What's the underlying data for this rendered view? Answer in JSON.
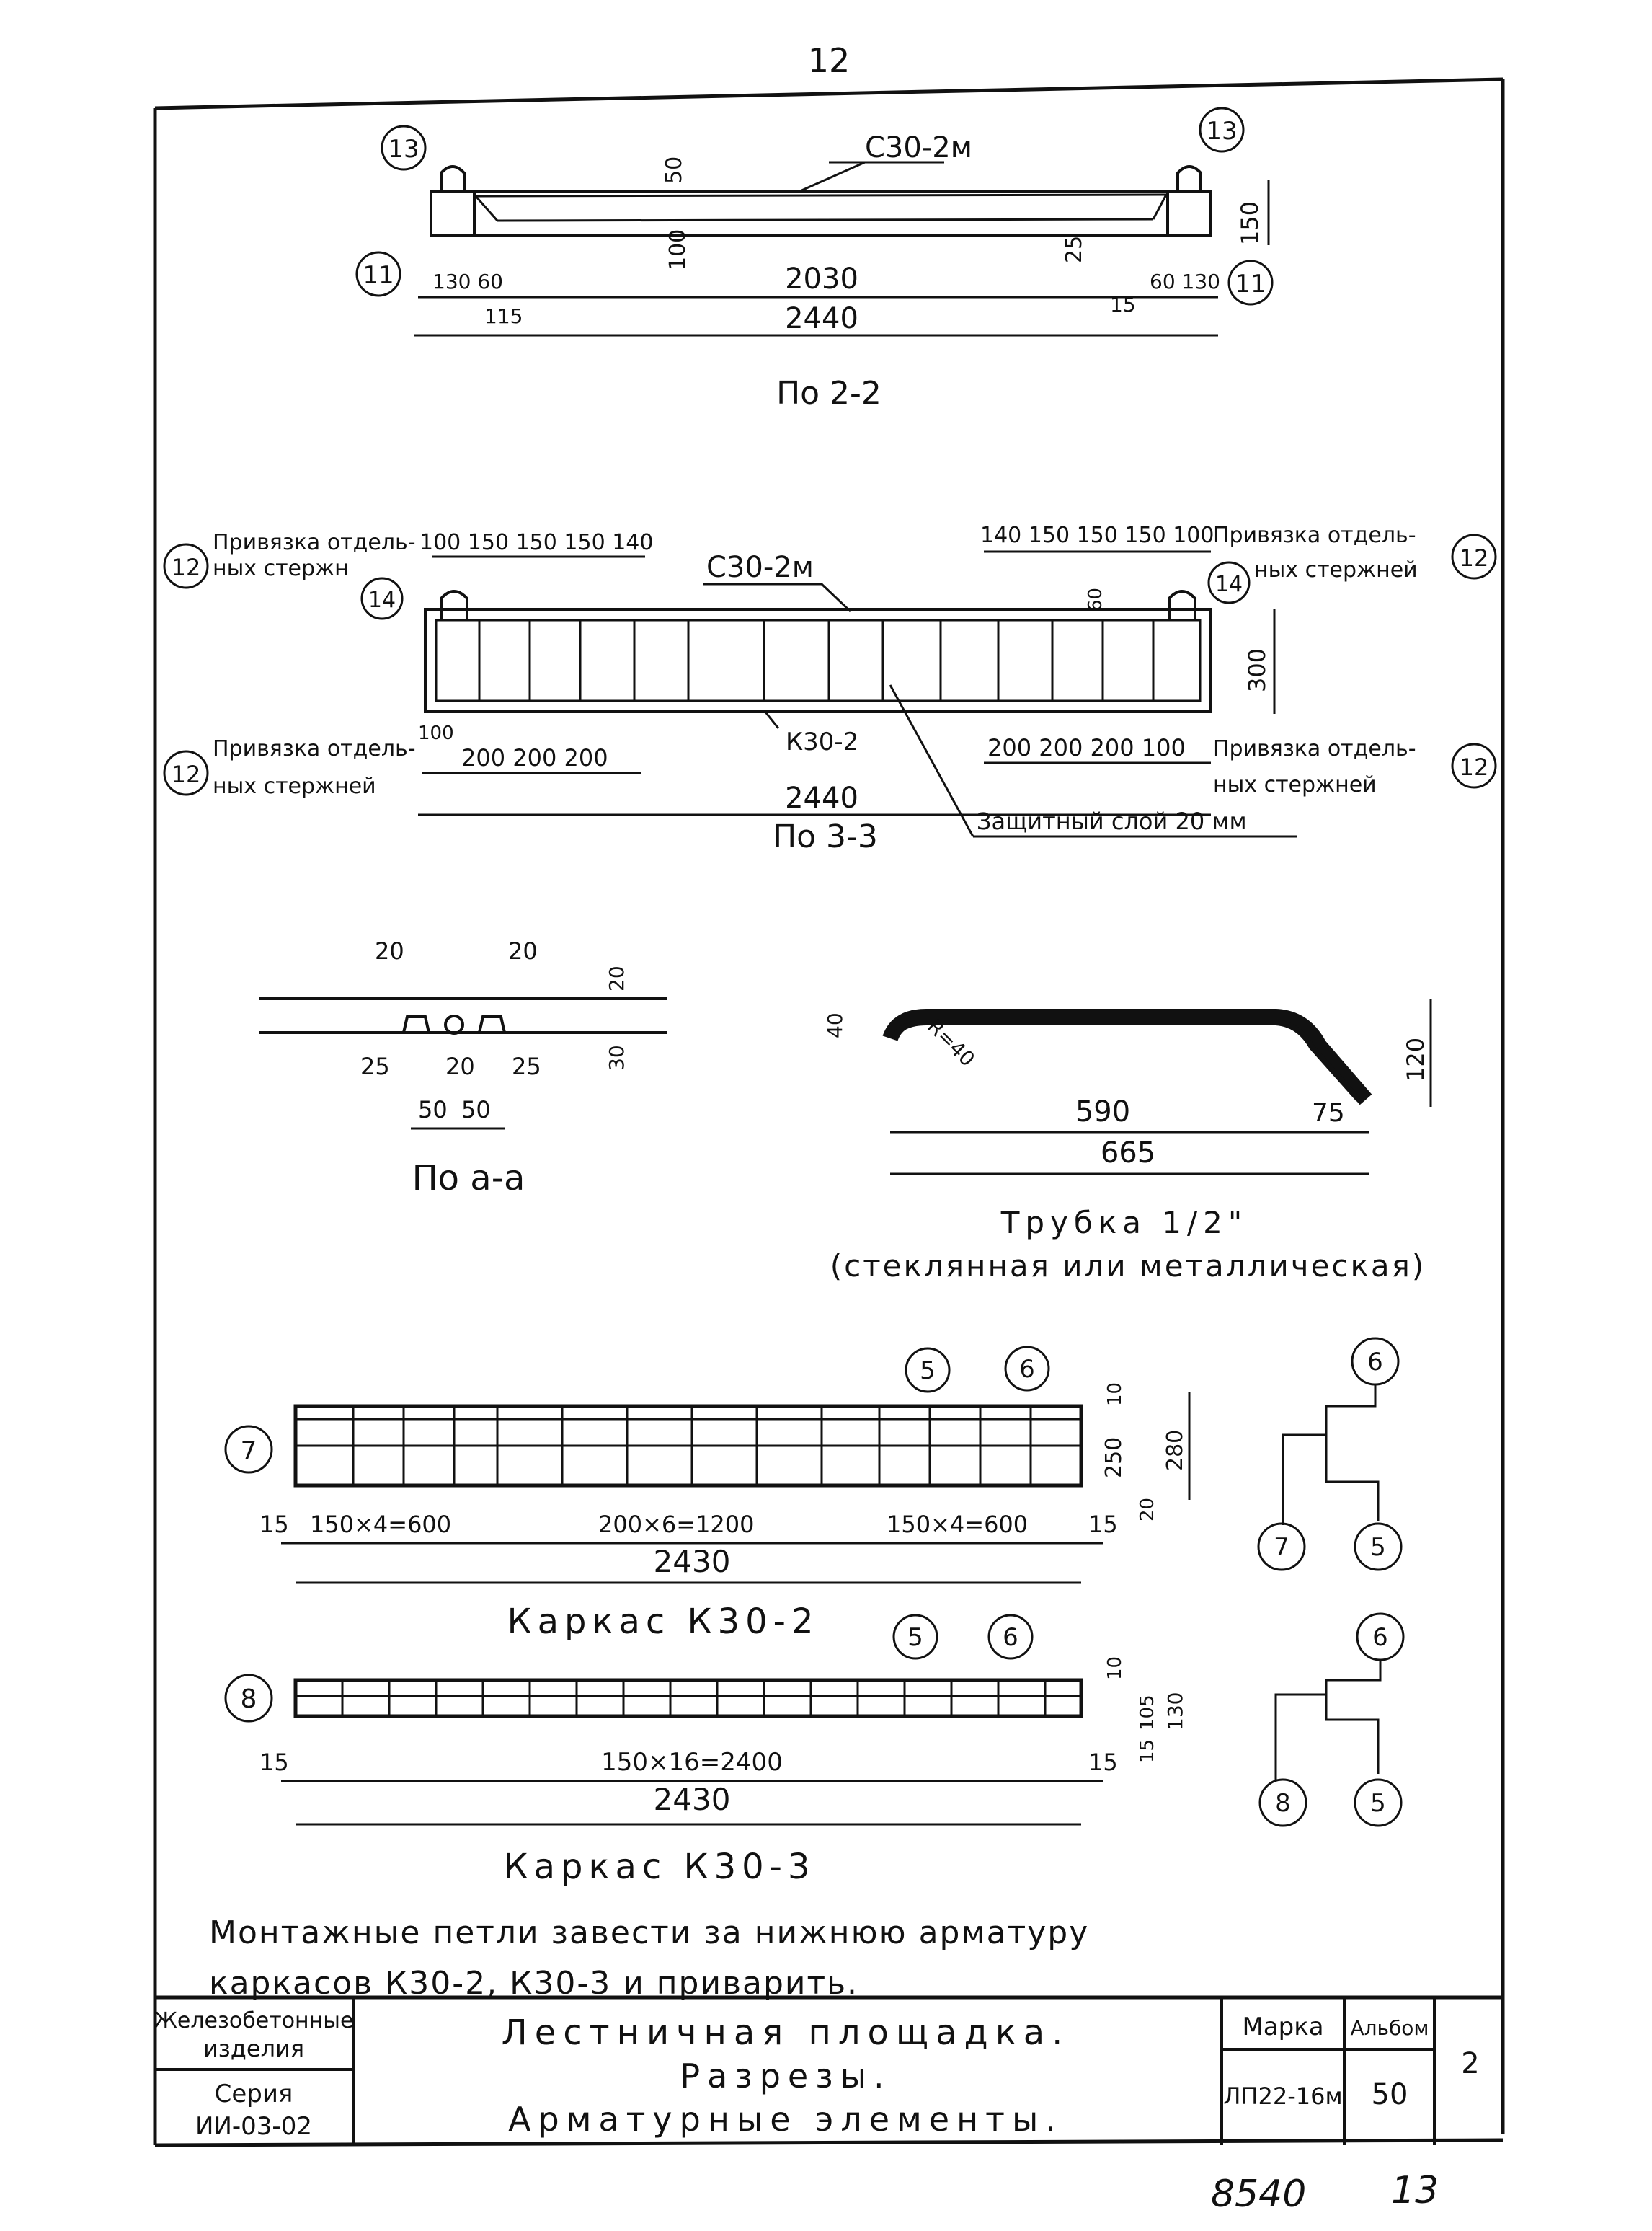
{
  "page": {
    "sheet_number": "12",
    "bottom_left_handwritten": "8540",
    "bottom_right_handwritten": "13"
  },
  "section_22": {
    "title": "По 2-2",
    "frame_label": "С30-2м",
    "callouts": [
      "13",
      "13",
      "11",
      "11"
    ],
    "dims": {
      "d50": "50",
      "d100": "100",
      "d25": "25",
      "d150": "150",
      "d130_60": "130 60",
      "d2030": "2030",
      "d60_130": "60 130",
      "d115": "115",
      "d15": "15",
      "d2440": "2440"
    }
  },
  "section_33": {
    "title": "По 3-3",
    "frame_label": "С30-2м",
    "frame2_label": "К30-2",
    "callouts": [
      "12",
      "14",
      "14",
      "12",
      "12",
      "12"
    ],
    "binding_text_1": "Привязка отдель-",
    "binding_text_2": "ных стержней",
    "binding_text_tl_2": "ных стержн",
    "dims_top_left": "100 150 150 150 140",
    "dims_top_right": "140 150 150 150 100",
    "dims_bottom_left": "200 200 200",
    "dims_bottom_right": "200 200 200 100",
    "d100_left": "100",
    "d60": "60",
    "d300": "300",
    "d2440": "2440",
    "cover_note": "Защитный слой 20 мм"
  },
  "section_aa": {
    "title": "По а-а",
    "dims": {
      "d20a": "20",
      "d20b": "20",
      "d20_right": "20",
      "d30_right": "30",
      "d25a": "25",
      "d20c": "20",
      "d25b": "25",
      "d50a": "50",
      "d50b": "50"
    }
  },
  "tube": {
    "title_line1": "Трубка 1/2\"",
    "title_line2": "(стеклянная или металлическая)",
    "dims": {
      "d40": "40",
      "r40": "R=40",
      "d120": "120",
      "d590": "590",
      "d75": "75",
      "d665": "665"
    }
  },
  "frame_k302": {
    "title": "Каркас К30-2",
    "callout_main": "7",
    "callout_bar5": "5",
    "callout_bar6": "6",
    "dims": {
      "d15a": "15",
      "seg1": "150×4=600",
      "seg2": "200×6=1200",
      "seg3": "150×4=600",
      "d15b": "15",
      "total": "2430",
      "d10": "10",
      "d250": "250",
      "d280": "280",
      "d20": "20"
    },
    "node": {
      "top": "6",
      "left": "7",
      "right": "5"
    }
  },
  "frame_k303": {
    "title": "Каркас К30-3",
    "callout_main": "8",
    "callout_bar5": "5",
    "callout_bar6": "6",
    "dims": {
      "d15a": "15",
      "seg": "150×16=2400",
      "d15b": "15",
      "total": "2430",
      "d10": "10",
      "d105": "105",
      "d130": "130",
      "d15v": "15"
    },
    "node": {
      "top": "6",
      "left": "8",
      "right": "5"
    }
  },
  "note": {
    "line1": "Монтажные петли завести за нижнюю арматуру",
    "line2": "каркасов К30-2, К30-3 и приварить."
  },
  "title_block": {
    "left_top_line1": "Железобетонные",
    "left_top_line2": "изделия",
    "left_bottom_line1": "Серия",
    "left_bottom_line2": "ИИ-03-02",
    "title_line1": "Лестничная площадка.",
    "title_line2": "Разрезы.",
    "title_line3": "Арматурные элементы.",
    "marka_label": "Марка",
    "album_label": "Альбом",
    "marka_value": "ЛП22-16м",
    "album_value": "50",
    "sheet_value": "2"
  }
}
